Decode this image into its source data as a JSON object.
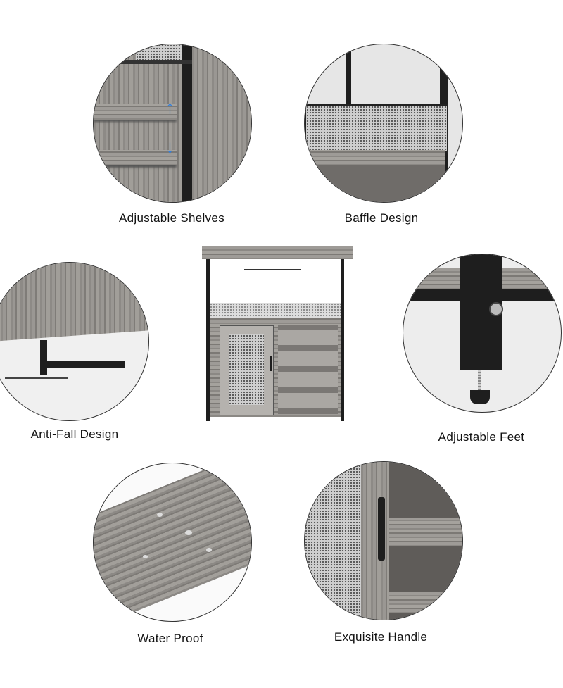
{
  "features": [
    {
      "label": "Adjustable Shelves",
      "icon": "adjustable-shelves-detail"
    },
    {
      "label": "Baffle Design",
      "icon": "baffle-design-detail"
    },
    {
      "label": "Anti-Fall Design",
      "icon": "anti-fall-design-detail"
    },
    {
      "label": "Adjustable Feet",
      "icon": "adjustable-feet-detail"
    },
    {
      "label": "Water Proof",
      "icon": "water-proof-detail"
    },
    {
      "label": "Exquisite Handle",
      "icon": "exquisite-handle-detail"
    }
  ],
  "colors": {
    "wood": "#8f8c88",
    "frame": "#1e1e1e",
    "arrow": "#2f7fe0"
  }
}
